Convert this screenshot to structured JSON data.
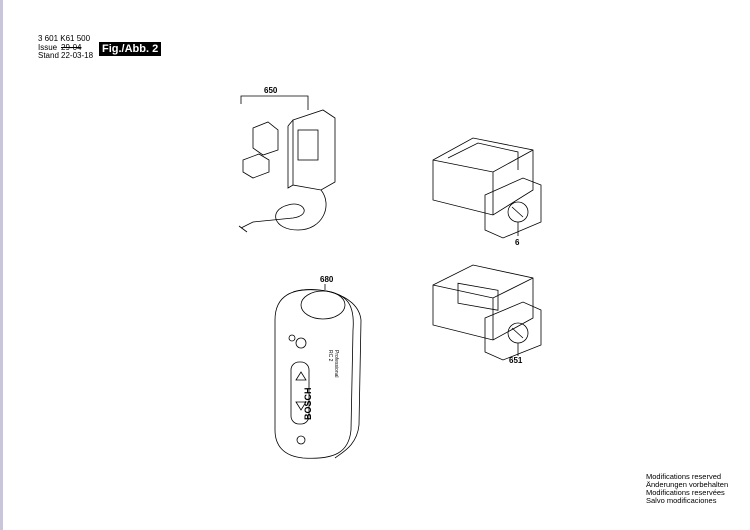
{
  "header": {
    "part_number": "3 601 K61 500",
    "issue_label": "Issue",
    "issue_value": "29-04",
    "stand_label": "Stand",
    "stand_value": "22-03-18",
    "figure_label": "Fig./Abb. 2"
  },
  "parts": [
    {
      "number": "650",
      "icon": "charger-adapter"
    },
    {
      "number": "6",
      "icon": "battery-box"
    },
    {
      "number": "680",
      "icon": "remote-control"
    },
    {
      "number": "651",
      "icon": "battery-pack"
    }
  ],
  "remote_text": {
    "brand": "BOSCH",
    "model": "RC 2",
    "line": "Professional"
  },
  "footer": {
    "lines": [
      "Modifications reserved",
      "Änderungen vorbehalten",
      "Modifications reservées",
      "Salvo modificaciones"
    ]
  }
}
